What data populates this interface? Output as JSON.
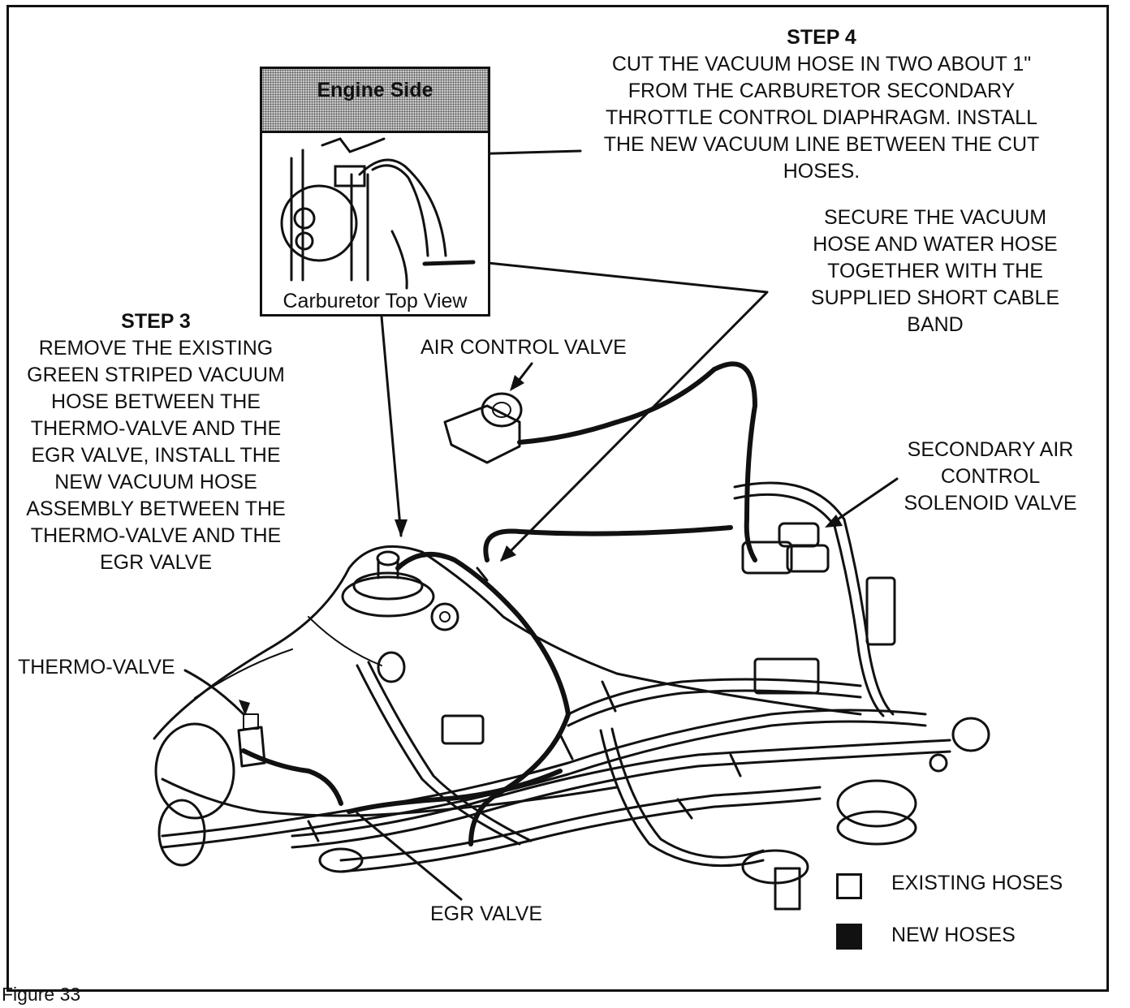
{
  "step4": {
    "title": "STEP 4",
    "lines": [
      "CUT THE VACUUM HOSE IN TWO ABOUT 1\"",
      "FROM THE CARBURETOR SECONDARY",
      "THROTTLE CONTROL DIAPHRAGM. INSTALL",
      "THE NEW VACUUM LINE BETWEEN THE CUT",
      "HOSES."
    ]
  },
  "secure_note": {
    "lines": [
      "SECURE THE VACUUM",
      "HOSE AND WATER HOSE",
      "TOGETHER WITH THE",
      "SUPPLIED SHORT CABLE",
      "BAND"
    ]
  },
  "step3": {
    "title": "STEP 3",
    "lines": [
      "REMOVE THE EXISTING",
      "GREEN STRIPED VACUUM",
      "HOSE BETWEEN THE",
      "THERMO-VALVE AND THE",
      "EGR VALVE, INSTALL THE",
      "NEW VACUUM HOSE",
      "ASSEMBLY BETWEEN THE",
      "THERMO-VALVE AND THE",
      "EGR VALVE"
    ]
  },
  "inset": {
    "header": "Engine Side",
    "footer": "Carburetor Top View"
  },
  "labels": {
    "air_control_valve": "AIR CONTROL VALVE",
    "secondary_air": [
      "SECONDARY AIR",
      "CONTROL",
      "SOLENOID VALVE"
    ],
    "thermo_valve": "THERMO-VALVE",
    "egr_valve": "EGR VALVE"
  },
  "legend": {
    "existing": "EXISTING HOSES",
    "new": "NEW HOSES",
    "existing_color": "#ffffff",
    "new_color": "#111111"
  },
  "caption": "Figure 33"
}
